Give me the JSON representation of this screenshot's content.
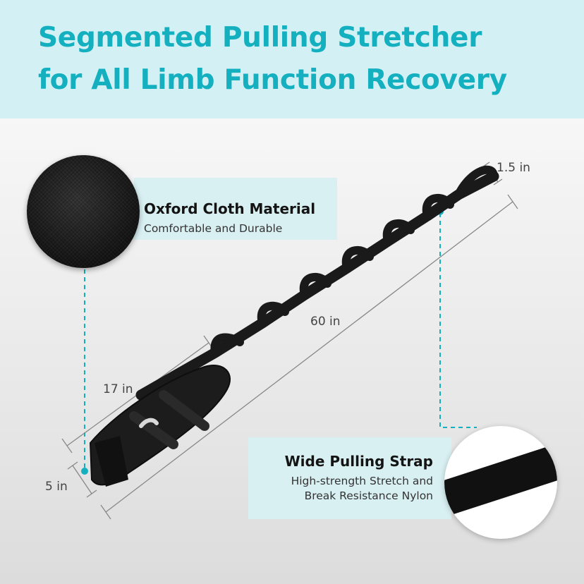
{
  "header": {
    "title_line1": "Segmented Pulling Stretcher",
    "title_line2": "for All Limb Function Recovery"
  },
  "callouts": {
    "oxford": {
      "title": "Oxford Cloth Material",
      "subtitle": "Comfortable and Durable"
    },
    "strap": {
      "title": "Wide Pulling Strap",
      "subtitle_line1": "High-strength Stretch and",
      "subtitle_line2": "Break Resistance Nylon"
    }
  },
  "dimensions": {
    "strap_width": "1.5 in",
    "total_length": "60 in",
    "foot_length": "17 in",
    "foot_width": "5 in"
  },
  "colors": {
    "accent": "#14b0c0",
    "header_bg": "#d3f1f4",
    "callout_bg": "#d9f0f3"
  }
}
